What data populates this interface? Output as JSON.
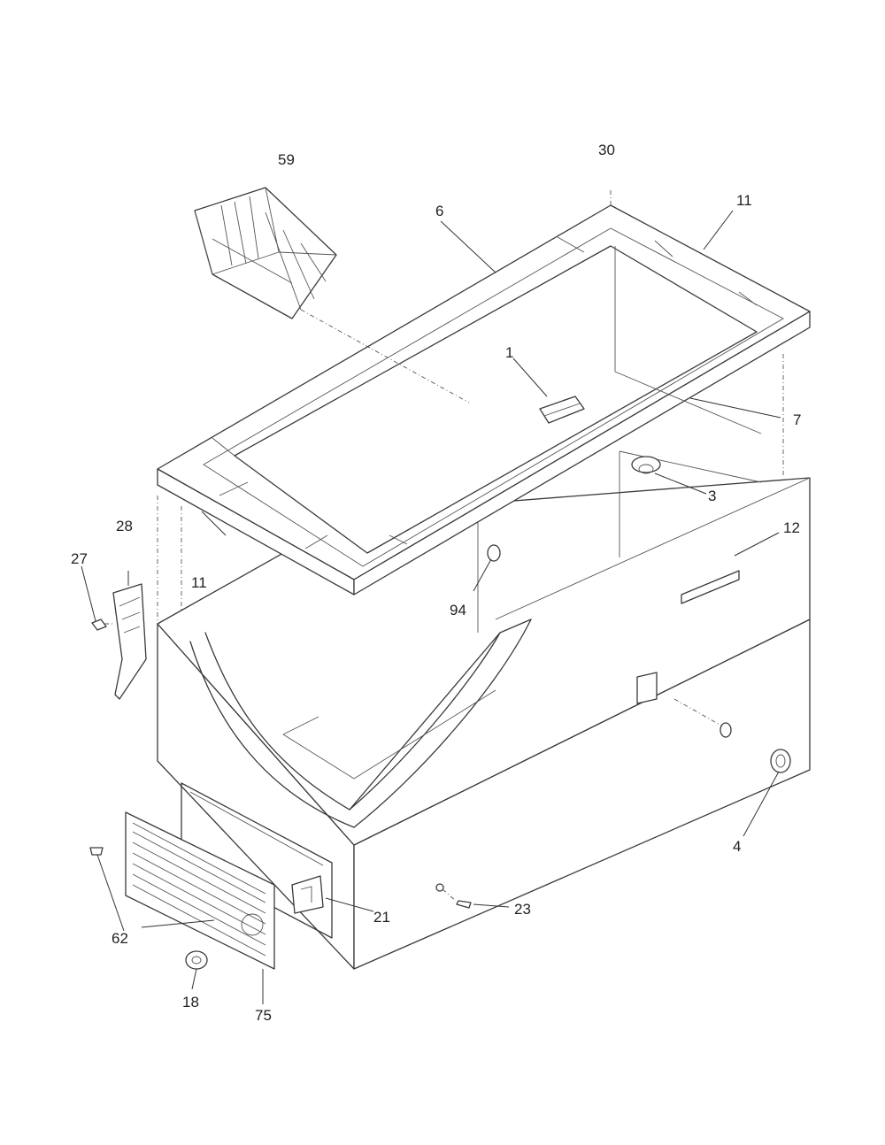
{
  "callouts": {
    "c59": "59",
    "c30": "30",
    "c6": "6",
    "c11_top": "11",
    "c1": "1",
    "c7": "7",
    "c3": "3",
    "c12": "12",
    "c28": "28",
    "c27": "27",
    "c11_left": "11",
    "c94": "94",
    "c4": "4",
    "c21": "21",
    "c23": "23",
    "c62": "62",
    "c18": "18",
    "c75": "75"
  }
}
